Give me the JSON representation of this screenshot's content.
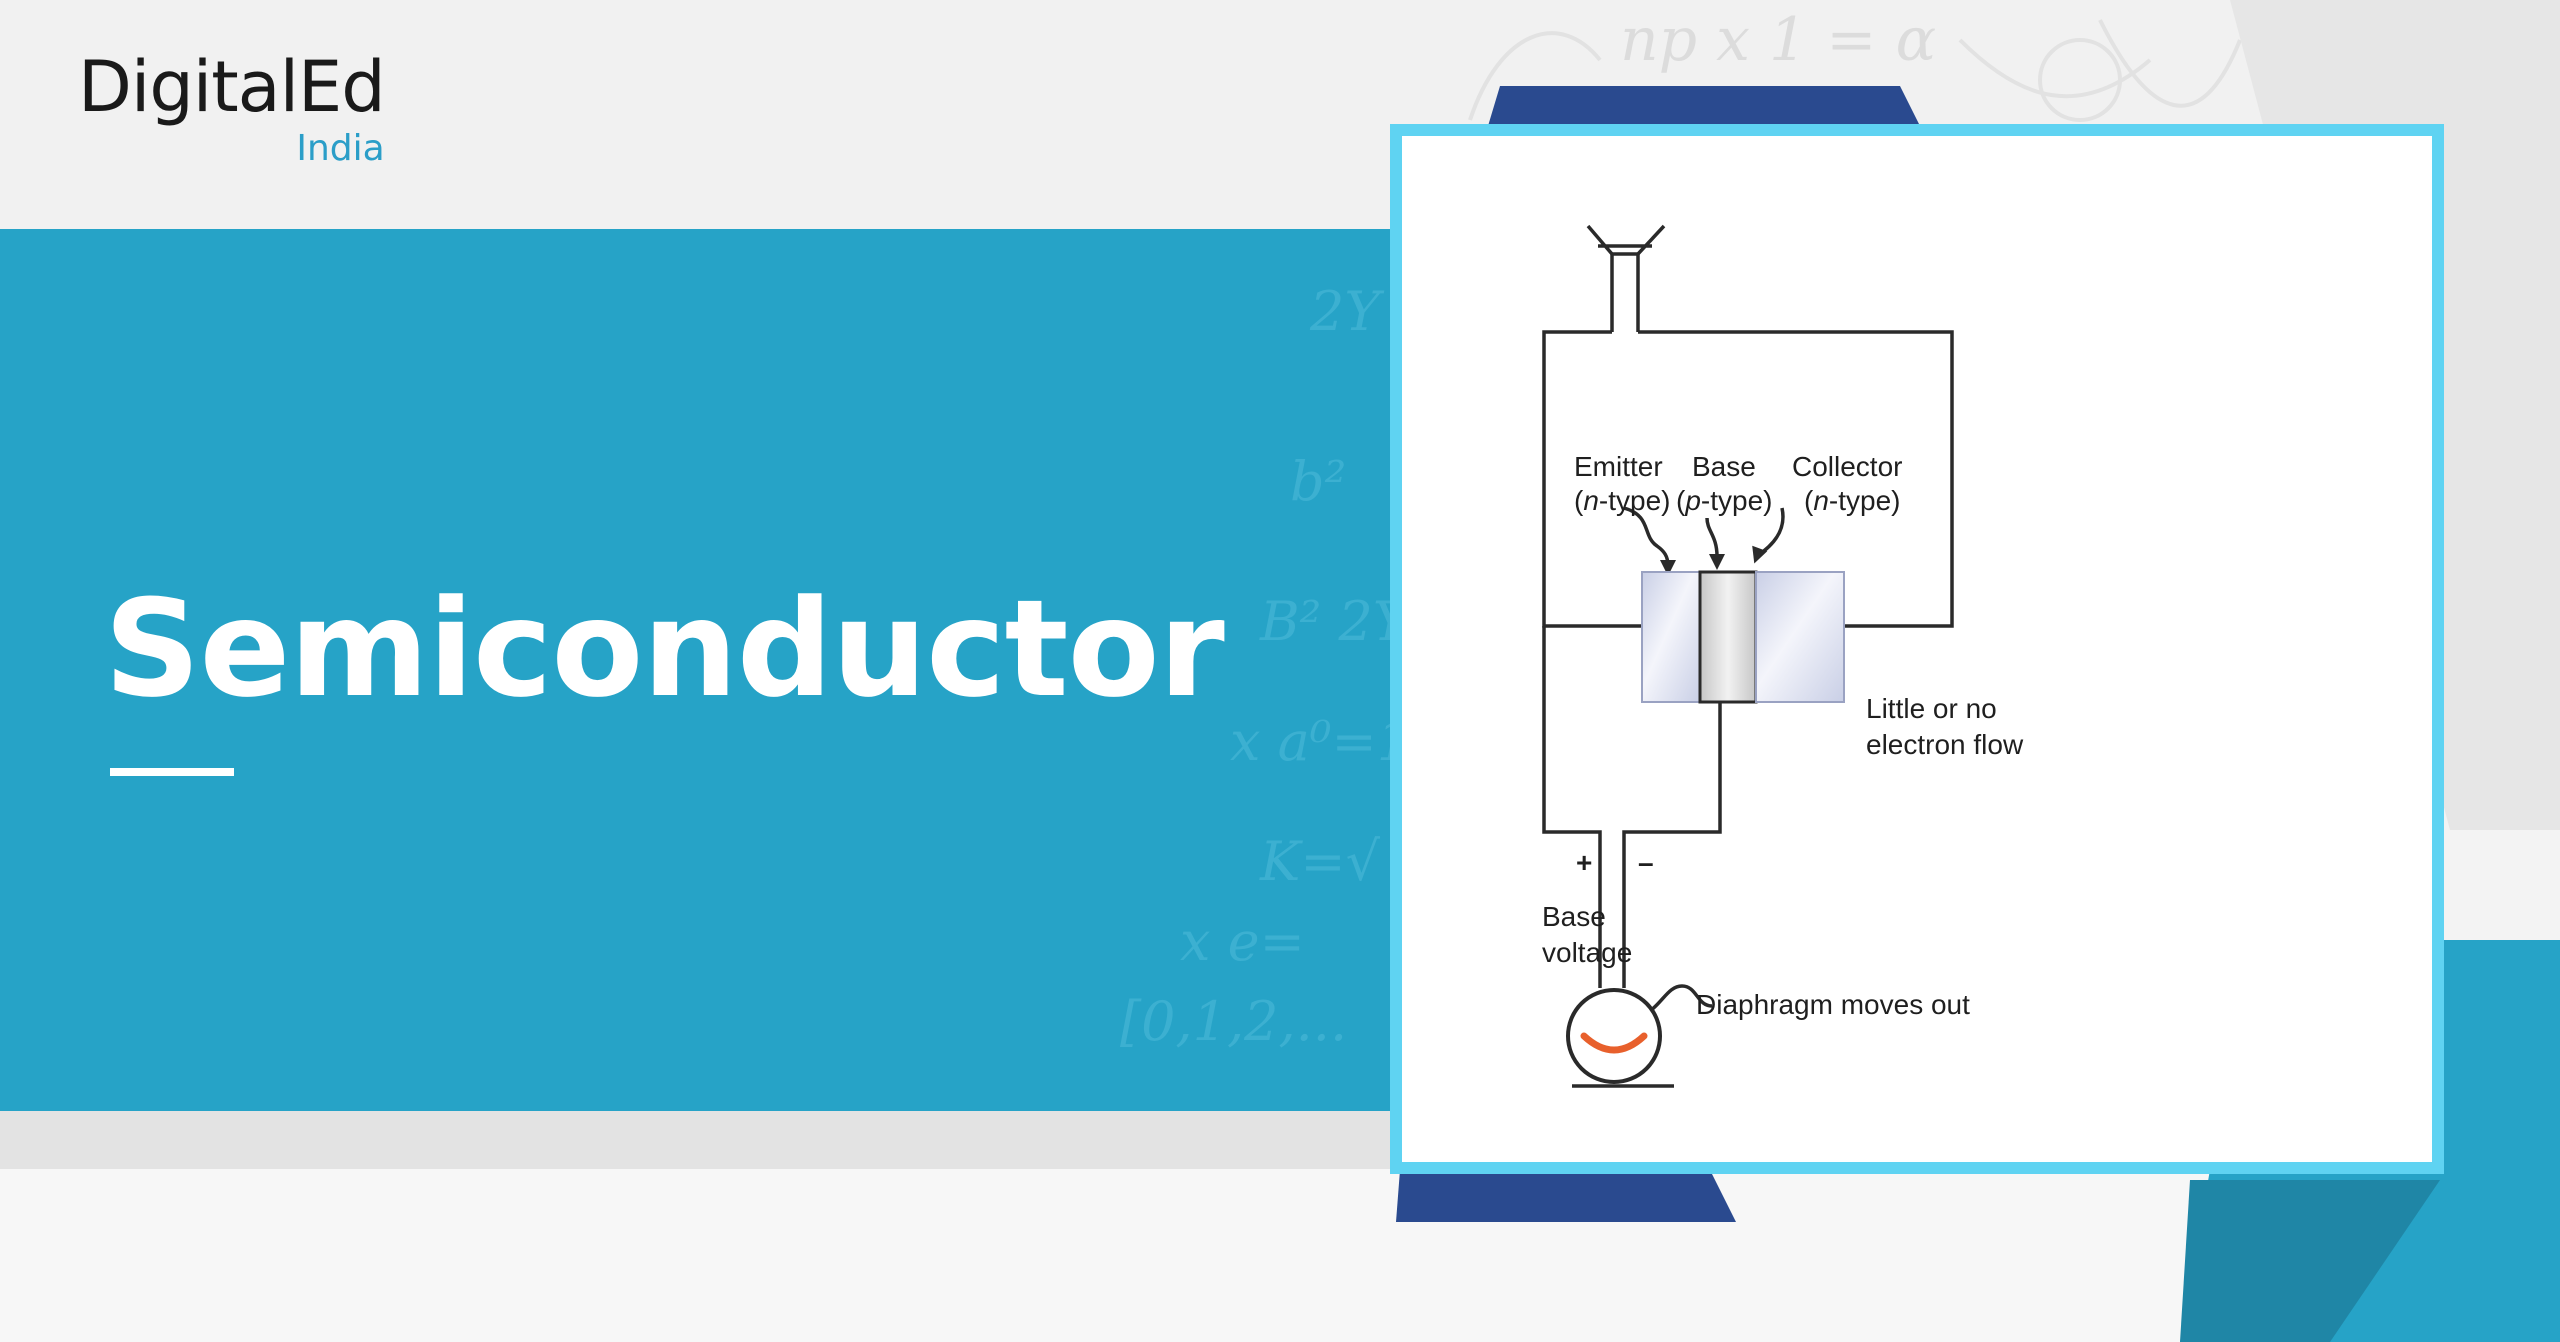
{
  "brand": {
    "name": "DigitalEd",
    "region": "India"
  },
  "page": {
    "title": "Semiconductor"
  },
  "diagram": {
    "labels": {
      "emitter": "Emitter",
      "base": "Base",
      "collector": "Collector",
      "emitter_type_paren_open": "(",
      "emitter_type_letter": "n",
      "emitter_type_rest": "-type)",
      "base_type_paren_open": "(",
      "base_type_letter": "p",
      "base_type_rest": "-type)",
      "collector_type_paren_open": "(",
      "collector_type_letter": "n",
      "collector_type_rest": "-type)",
      "flow_line1": "Little or no",
      "flow_line2": "electron flow",
      "plus": "+",
      "minus": "–",
      "base_voltage_line1": "Base",
      "base_voltage_line2": "voltage",
      "diaphragm": "Diaphragm moves out"
    },
    "colors": {
      "wire": "#2a2a2a",
      "region_fill": "#dfe3f1",
      "base_fill": "#d8d8d8",
      "diaphragm": "#e8602c"
    }
  },
  "colors": {
    "banner": "#26a3c7",
    "card_border": "#5fd3f2",
    "dark_blue": "#2a4a8f",
    "accent_blue": "#2aa5cf"
  }
}
